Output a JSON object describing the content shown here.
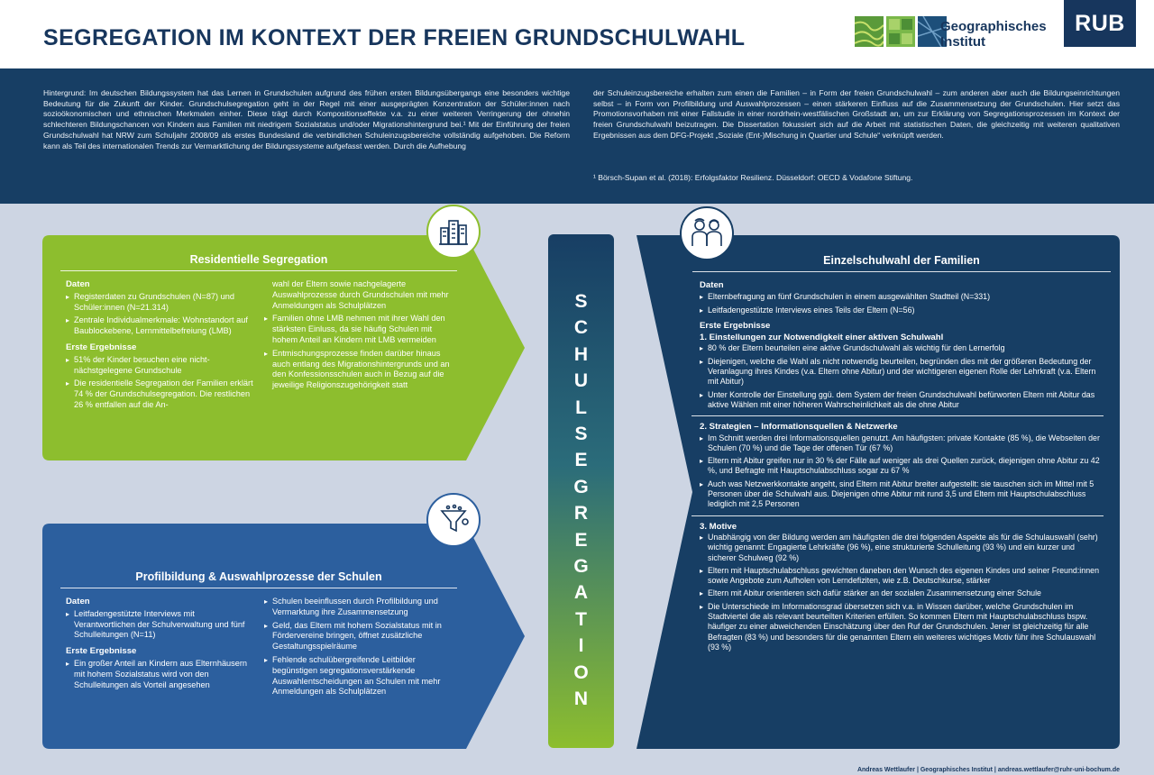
{
  "header": {
    "title": "SEGREGATION IM KONTEXT DER FREIEN GRUNDSCHULWAHL",
    "institute_line1": "Geographisches",
    "institute_line2": "Institut",
    "university_logo": "RUB"
  },
  "colors": {
    "navy": "#173e64",
    "green": "#8dbe2e",
    "blue": "#2c5f9e",
    "background": "#cdd5e3"
  },
  "intro": {
    "left": "Hintergrund: Im deutschen Bildungssystem hat das Lernen in Grundschulen aufgrund des frühen ersten Bildungsübergangs eine besonders wichtige Bedeutung für die Zukunft der Kinder. Grundschulsegregation geht in der Regel mit einer ausgeprägten Konzentration der Schüler:innen nach sozioökonomischen und ethnischen Merkmalen einher. Diese trägt durch Kompositionseffekte v.a. zu einer weiteren Verringerung der ohnehin schlechteren Bildungschancen von Kindern aus Familien mit niedrigem Sozialstatus und/oder Migrationshintergrund bei.¹ Mit der Einführung der freien Grundschulwahl hat NRW zum Schuljahr 2008/09 als erstes Bundesland die verbindlichen Schuleinzugsbereiche vollständig aufgehoben. Die Reform kann als Teil des internationalen Trends zur Vermarktlichung der Bildungssysteme aufgefasst werden. Durch die Aufhebung",
    "right": "der Schuleinzugsbereiche erhalten zum einen die Familien – in Form der freien Grundschulwahl – zum anderen aber auch die Bildungseinrichtungen selbst – in Form von Profilbildung und Auswahlprozessen – einen stärkeren Einfluss auf die Zusammensetzung der Grundschulen. Hier setzt das Promotionsvorhaben mit einer Fallstudie in einer nordrhein-westfälischen Großstadt an, um zur Erklärung von Segregationsprozessen im Kontext der freien Grundschulwahl beizutragen. Die Dissertation fokussiert sich auf die Arbeit mit statistischen Daten, die gleichzeitig mit weiteren qualitativen Ergebnissen aus dem DFG-Projekt „Soziale (Ent-)Mischung in Quartier und Schule“ verknüpft werden.",
    "footnote": "¹ Börsch-Supan et al. (2018): Erfolgsfaktor Resilienz. Düsseldorf: OECD & Vodafone Stiftung."
  },
  "residential": {
    "title": "Residentielle Segregation",
    "icon": "city-buildings-icon",
    "daten_heading": "Daten",
    "daten": [
      "Registerdaten zu Grundschulen (N=87) und Schüler:innen (N=21.314)",
      "Zentrale Individualmerkmale: Wohnstandort auf Baublockebene, Lernmittelbefreiung (LMB)"
    ],
    "ergebnisse_heading": "Erste Ergebnisse",
    "ergebnisse": [
      "51% der Kinder besuchen eine nicht-nächstgelegene Grundschule",
      "Die residentielle Segregation der Familien erklärt 74 % der Grundschulsegregation. Die restlichen 26 % entfallen auf die An-"
    ],
    "col2_continuation": "wahl der Eltern sowie nachgelagerte Auswahlprozesse durch Grundschulen mit mehr Anmeldungen als Schulplätzen",
    "col2_items": [
      "Familien ohne LMB nehmen mit ihrer Wahl den stärksten Einluss, da sie häufig Schulen mit hohem Anteil an Kindern mit LMB vermeiden",
      "Entmischungsprozesse finden darüber hinaus auch entlang des Migrationshintergrunds und an den Konfessionsschulen auch in Bezug auf die jeweilige Religionszugehörigkeit statt"
    ]
  },
  "profil": {
    "title": "Profilbildung & Auswahlprozesse der Schulen",
    "icon": "funnel-filter-icon",
    "daten_heading": "Daten",
    "daten": [
      "Leitfadengestützte Interviews mit Verantwortlichen der Schulverwaltung und fünf Schulleitungen (N=11)"
    ],
    "ergebnisse_heading": "Erste Ergebnisse",
    "ergebnisse": [
      "Ein großer Anteil an Kindern aus Elternhäusern mit hohem Sozialstatus wird von den Schulleitungen als Vorteil angesehen"
    ],
    "col2_items": [
      "Schulen beeinflussen durch Profilbildung und Vermarktung ihre Zusammensetzung",
      "Geld, das Eltern mit hohem Sozialstatus mit in Fördervereine bringen, öffnet zusätzliche Gestaltungsspielräume",
      "Fehlende schulübergreifende Leitbilder begünstigen segregationsverstärkende Auswahlentscheidungen an Schulen mit mehr Anmeldungen als Schulplätzen"
    ]
  },
  "center_word": [
    "S",
    "C",
    "H",
    "U",
    "L",
    "S",
    "E",
    "G",
    "R",
    "E",
    "G",
    "A",
    "T",
    "I",
    "O",
    "N"
  ],
  "einzel": {
    "title": "Einzelschulwahl der Familien",
    "icon": "family-icon",
    "daten_heading": "Daten",
    "daten": [
      "Elternbefragung an fünf Grundschulen in einem ausgewählten Stadtteil (N=331)",
      "Leitfadengestützte Interviews eines Teils der Eltern (N=56)"
    ],
    "ergebnisse_heading": "Erste Ergebnisse",
    "s1_heading": "1. Einstellungen zur Notwendigkeit einer aktiven Schulwahl",
    "s1": [
      "80 % der Eltern beurteilen eine aktive Grundschulwahl als wichtig für den Lernerfolg",
      "Diejenigen, welche die Wahl als nicht notwendig beurteilen, begründen dies mit der größeren Bedeutung der Veranlagung ihres Kindes (v.a. Eltern ohne Abitur) und der wichtigeren eigenen Rolle der Lehrkraft (v.a. Eltern mit Abitur)",
      "Unter Kontrolle der Einstellung ggü. dem System der freien Grundschulwahl befürworten Eltern mit Abitur das aktive Wählen mit einer höheren Wahrscheinlichkeit als die ohne Abitur"
    ],
    "s2_heading": "2. Strategien – Informationsquellen & Netzwerke",
    "s2": [
      "Im Schnitt werden drei Informationsquellen genutzt. Am häufigsten: private Kontakte (85 %), die Webseiten der Schulen (70 %) und die Tage der offenen Tür (67 %)",
      "Eltern mit Abitur greifen nur in 30 % der Fälle auf weniger als drei Quellen zurück, diejenigen ohne Abitur zu 42 %, und Befragte mit Hauptschulabschluss sogar zu 67 %",
      "Auch was Netzwerkkontakte angeht, sind Eltern mit Abitur breiter aufgestellt: sie tauschen sich im Mittel mit 5 Personen über die Schulwahl aus. Diejenigen ohne Abitur mit rund 3,5 und Eltern mit Hauptschulabschluss lediglich mit 2,5 Personen"
    ],
    "s3_heading": "3. Motive",
    "s3": [
      "Unabhängig von der Bildung werden am häufigsten die drei folgenden Aspekte als für die Schulauswahl (sehr) wichtig genannt: Engagierte Lehrkräfte (96 %), eine strukturierte Schulleitung (93 %) und ein kurzer und sicherer Schulweg (92 %)",
      "Eltern mit Hauptschulabschluss gewichten daneben den Wunsch des eigenen Kindes und seiner Freund:innen sowie Angebote zum Aufholen von Lerndefiziten, wie z.B. Deutschkurse, stärker",
      "Eltern mit Abitur orientieren sich dafür stärker an der sozialen Zusammensetzung einer Schule",
      "Die Unterschiede im Informationsgrad übersetzen sich v.a. in Wissen darüber, welche Grundschulen im Stadtviertel die als relevant beurteilten Kriterien erfüllen. So kommen Eltern mit Hauptschulabschluss bspw. häufiger zu einer abweichenden Einschätzung über den Ruf der Grundschulen. Jener ist gleichzeitig für alle Befragten (83 %) und besonders für die genannten Eltern ein weiteres wichtiges Motiv führ ihre Schulauswahl (93 %)"
    ]
  },
  "footer": "Andreas Wettlaufer | Geographisches Institut | andreas.wettlaufer@ruhr-uni-bochum.de"
}
